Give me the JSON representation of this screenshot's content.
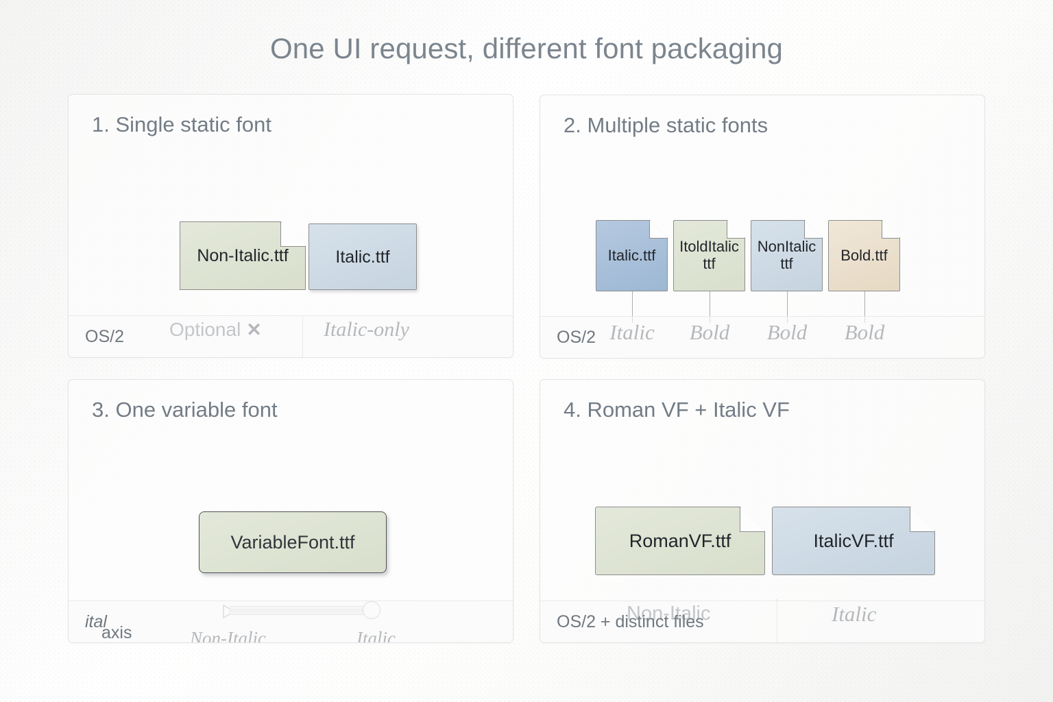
{
  "title": "One UI request, different font packaging",
  "panels": [
    {
      "title": "1. Single static font",
      "footer": "OS/2",
      "cards": [
        {
          "label": "Non-Italic.ttf",
          "color": "#dde3d2",
          "shape": "folded-corner"
        },
        {
          "label": "Italic.ttf",
          "color": "#ccd9e3",
          "shape": "rectangle"
        }
      ],
      "legend_left": "Optional",
      "legend_left_icon": "cross-icon",
      "legend_left_glyph": "✕",
      "legend_right": "Italic-only"
    },
    {
      "title": "2. Multiple static fonts",
      "footer": "OS/2",
      "cards": [
        {
          "label": "Italic.ttf",
          "color": "#a7c0dc",
          "shape": "folded-corner",
          "annotation": "Italic"
        },
        {
          "label": "ItoldItalic\nttf",
          "color": "#dfe5d4",
          "shape": "folded-corner",
          "annotation": "Bold"
        },
        {
          "label": "NonItalic\nttf",
          "color": "#cedbe6",
          "shape": "folded-corner",
          "annotation": "Bold"
        },
        {
          "label": "Bold.ttf",
          "color": "#ece0cd",
          "shape": "folded-corner",
          "annotation": "Bold"
        }
      ]
    },
    {
      "title": "3. One variable font",
      "footer_italic": "ital",
      "footer_rest": " axis",
      "cards": [
        {
          "label": "VariableFont.ttf",
          "color": "#dde3d2",
          "shape": "rounded-rectangle"
        }
      ],
      "slider": {
        "icon": "play-triangle-icon",
        "value_position": "max",
        "min_label": "Non-Italic",
        "max_label": "Italic"
      }
    },
    {
      "title": "4. Roman VF + Italic VF",
      "footer": "OS/2 + distinct files",
      "cards": [
        {
          "label": "RomanVF.ttf",
          "color": "#dde3d2",
          "shape": "folded-corner"
        },
        {
          "label": "ItalicVF.ttf",
          "color": "#ccd9e3",
          "shape": "folded-corner"
        }
      ],
      "legend_left": "Non-Italic",
      "legend_right": "Italic"
    }
  ],
  "colors": {
    "background": "#fbfbfa",
    "title_text": "#7c858e",
    "panel_title_text": "#737c86",
    "body_text": "#22262b",
    "muted_text": "#707880",
    "panel_border": "#e4e4e4"
  }
}
